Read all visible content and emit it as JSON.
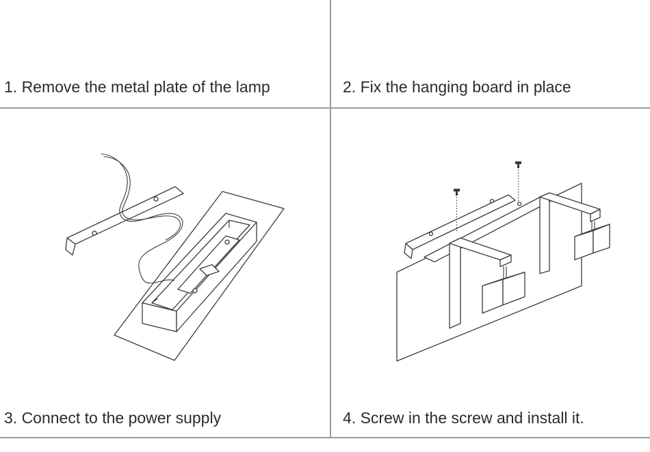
{
  "steps": [
    {
      "number": 1,
      "caption": "1. Remove the metal plate of the lamp"
    },
    {
      "number": 2,
      "caption": "2. Fix the hanging board in place"
    },
    {
      "number": 3,
      "caption": "3. Connect to the power supply"
    },
    {
      "number": 4,
      "caption": "4. Screw in the screw and install it."
    }
  ],
  "colors": {
    "background": "#ffffff",
    "grid_line": "#9a9a9a",
    "caption_text": "#2b2b2b",
    "drawing_stroke": "#3a3a3a"
  }
}
